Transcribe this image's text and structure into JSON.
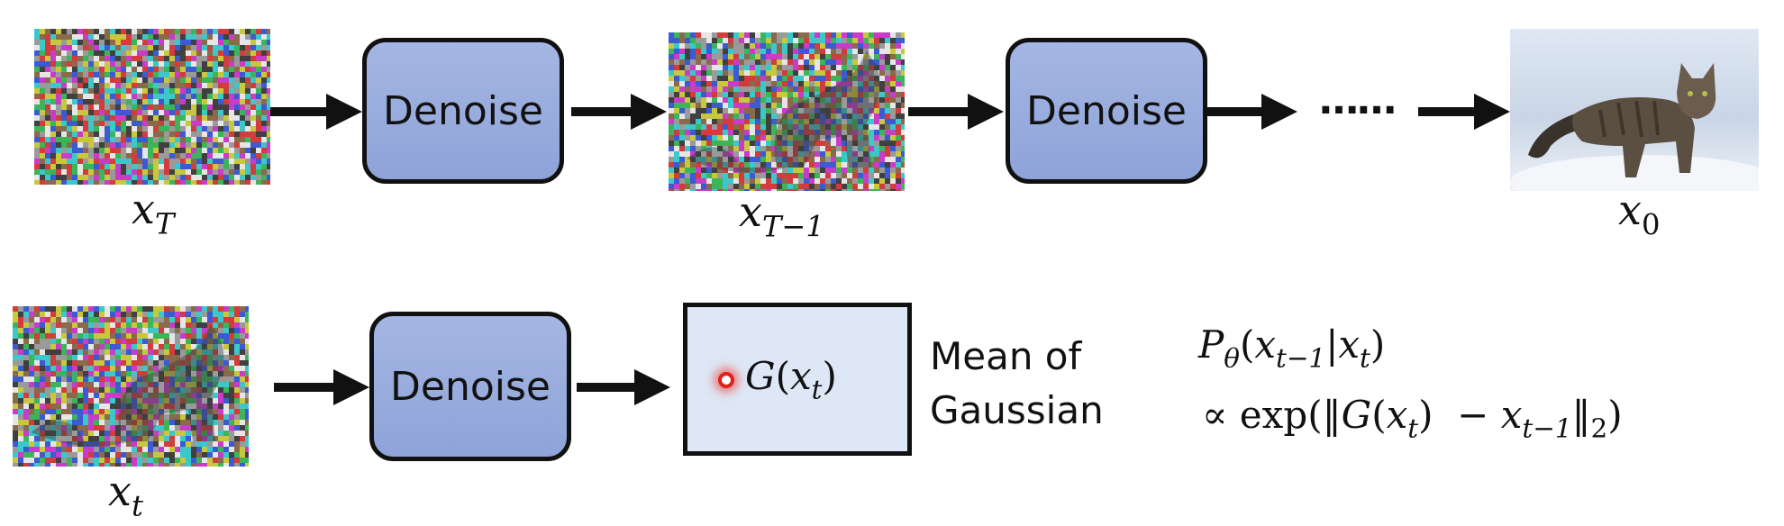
{
  "denoise_label": "Denoise",
  "top_row": {
    "label_xT": "x",
    "label_xT_sub": "T",
    "label_xT1": "x",
    "label_xT1_sub": "T−1",
    "ellipsis": "……",
    "label_x0": "x",
    "label_x0_sub": "0"
  },
  "bottom_row": {
    "label_xt": "x",
    "label_xt_sub": "t",
    "mean_label_line1": "Mean of",
    "mean_label_line2": "Gaussian",
    "gx": {
      "G": "G",
      "x": "x",
      "sub": "t"
    },
    "formula_line1": {
      "P": "P",
      "theta": "θ",
      "x1": "x",
      "sub1": "t−1",
      "x2": "x",
      "sub2": "t"
    },
    "formula_line2": {
      "prop": "∝",
      "exp": "exp",
      "G": "G",
      "x1": "x",
      "sub1": "t",
      "x2": "x",
      "sub2": "t−1",
      "norm_sub": "2"
    }
  },
  "colors": {
    "denoise_fill": "#98ace0",
    "mean_box_fill": "#dde7f5",
    "dot": "#e0201a"
  }
}
